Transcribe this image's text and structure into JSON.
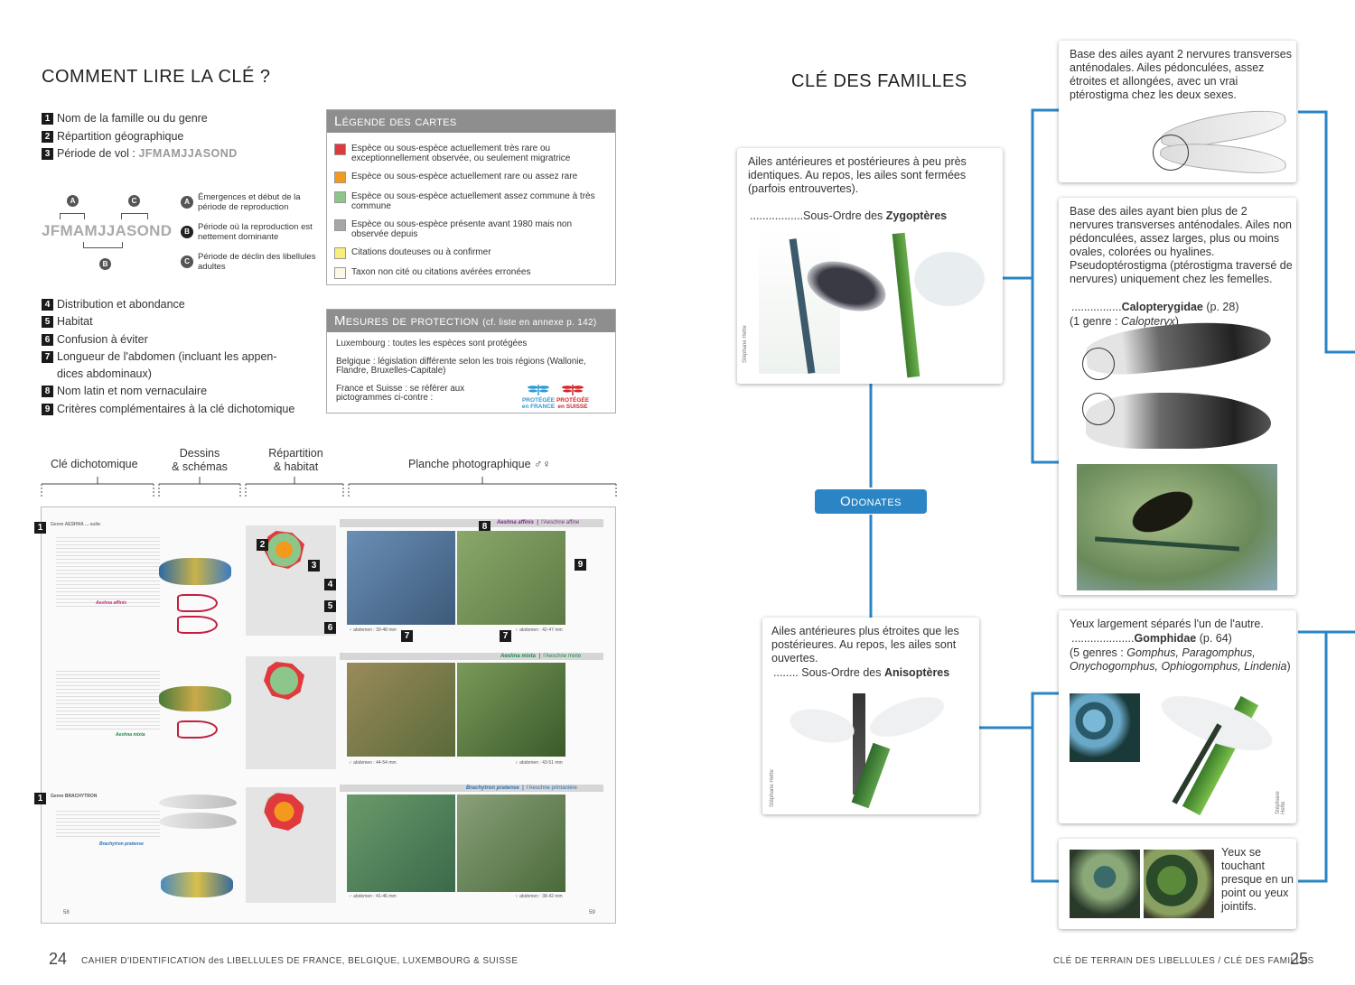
{
  "left": {
    "title": "COMMENT LIRE LA CLÉ ?",
    "items_top": [
      {
        "n": "1",
        "text": "Nom de la famille ou du genre"
      },
      {
        "n": "2",
        "text": "Répartition géographique"
      },
      {
        "n": "3",
        "text": "Période de vol : "
      }
    ],
    "months": "JFMAMJJASOND",
    "period_desc": [
      {
        "key": "A",
        "text": "Émergences et début de la période de reproduction"
      },
      {
        "key": "B",
        "text": "Période où la reproduction est nettement dominante"
      },
      {
        "key": "C",
        "text": "Période de déclin des libellules adultes"
      }
    ],
    "items_bottom": [
      {
        "n": "4",
        "text": "Distribution et abondance"
      },
      {
        "n": "5",
        "text": "Habitat"
      },
      {
        "n": "6",
        "text": "Confusion à éviter"
      },
      {
        "n": "7",
        "text": "Longueur de l'abdomen (incluant les appen-"
      },
      {
        "n": "",
        "text": "dices abdominaux)"
      },
      {
        "n": "8",
        "text": "Nom latin et nom vernaculaire"
      },
      {
        "n": "9",
        "text": "Critères complémentaires à la clé dichotomique"
      }
    ],
    "legend": {
      "title": "Légende des cartes",
      "rows": [
        {
          "color": "#e03a3e",
          "text": "Espèce ou sous-espèce actuellement très rare ou exceptionnellement observée, ou seulement migratrice"
        },
        {
          "color": "#f39a1e",
          "text": "Espèce ou sous-espèce actuellement rare ou assez rare"
        },
        {
          "color": "#8cc68a",
          "text": "Espèce ou sous-espèce actuellement assez commune à très commune"
        },
        {
          "color": "#a6a6a6",
          "text": "Espèce ou sous-espèce présente avant 1980 mais non observée depuis"
        },
        {
          "color": "#f7ef7a",
          "text": "Citations douteuses ou à confirmer"
        },
        {
          "color": "#fbf8e6",
          "text": "Taxon non cité ou citations avérées erronées"
        }
      ]
    },
    "protection": {
      "title": "Mesures de protection",
      "subtitle": "(cf. liste en annexe p. 142)",
      "lux": "Luxembourg : toutes les espèces sont protégées",
      "bel": "Belgique : législation différente selon les trois régions (Wallonie, Flandre, Bruxelles-Capitale)",
      "fr": "France et Suisse : se référer aux pictogrammes ci-contre :",
      "picto_fr": "PROTÉGÉE en FRANCE",
      "picto_ch": "PROTÉGÉE en SUISSE"
    },
    "columns": {
      "c1": "Clé dichotomique",
      "c2a": "Dessins",
      "c2b": "& schémas",
      "c3a": "Répartition",
      "c3b": "& habitat",
      "c4": "Planche photographique ♂♀"
    },
    "mini": {
      "genus1": "Genre AESHNA ... suite",
      "sp1": "Aeshna affinis",
      "sp1v": "l'Aeschne affine",
      "sp2": "Aeshna mixta",
      "sp2v": "l'Aeschne mixte",
      "genus2": "Genre BRACHYTRON",
      "sp3": "Brachytron pratense",
      "sp3v": "l'Aeschne printanière",
      "abd1m": "♂ abdomen : 39-48 mm",
      "abd1f": "♀ abdomen : 42-47 mm",
      "abd2m": "♂ abdomen : 44-54 mm",
      "abd2f": "♀ abdomen : 43-51 mm",
      "abd3m": "♂ abdomen : 41-46 mm",
      "abd3f": "♀ abdomen : 38-42 mm",
      "p58": "58",
      "p59": "59"
    },
    "footer_num": "24",
    "footer_text": "CAHIER D'IDENTIFICATION des LIBELLULES DE FRANCE, BELGIQUE, LUXEMBOURG & SUISSE"
  },
  "right": {
    "title": "CLÉ DES FAMILLES",
    "odonates": "Odonates",
    "zygo_text": "Ailes antérieures et postérieures à peu près identiques. Au repos, les ailes sont fermées (parfois entrouvertes).",
    "zygo_dots": ".................Sous-Ordre des ",
    "zygo_name": "Zygoptères",
    "aniso_text": "Ailes antérieures plus étroites que les postérieures. Au repos, les ailes sont ouvertes.",
    "aniso_dots": "........ Sous-Ordre des ",
    "aniso_name": "Anisoptères",
    "base2": "Base des ailes ayant 2 nervures transverses anténodales. Ailes pédonculées, assez étroites et allongées, avec un vrai ptérostigma chez les deux sexes.",
    "base_more": "Base des ailes ayant bien plus de 2 nervures transverses anténodales. Ailes non pédonculées, assez larges, plus ou moins ovales, colorées ou hyalines. Pseudoptérostigma (ptérostigma traversé de nervures) uniquement chez les femelles.",
    "calo_dots": "................",
    "calo_name": "Calopterygidae",
    "calo_page": " (p. 28)",
    "calo_genre": "(1 genre : ",
    "calo_genus": "Calopteryx",
    "gomph_text": "Yeux largement séparés l'un de l'autre.",
    "gomph_dots": "....................",
    "gomph_name": "Gomphidae",
    "gomph_page": " (p. 64)",
    "gomph_genres_a": "(5 genres : ",
    "gomph_genres_b": "Gomphus, Paragomphus, Onychogomphus, Ophiogomphus, Lindenia",
    "gomph_genres_c": ")",
    "eyes_touch": "Yeux se touchant presque en un point ou yeux jointifs.",
    "credit": "Stéphane Hette",
    "footer_text": "CLÉ DE TERRAIN DES LIBELLULES / CLÉ DES FAMILLES",
    "footer_num": "25"
  }
}
